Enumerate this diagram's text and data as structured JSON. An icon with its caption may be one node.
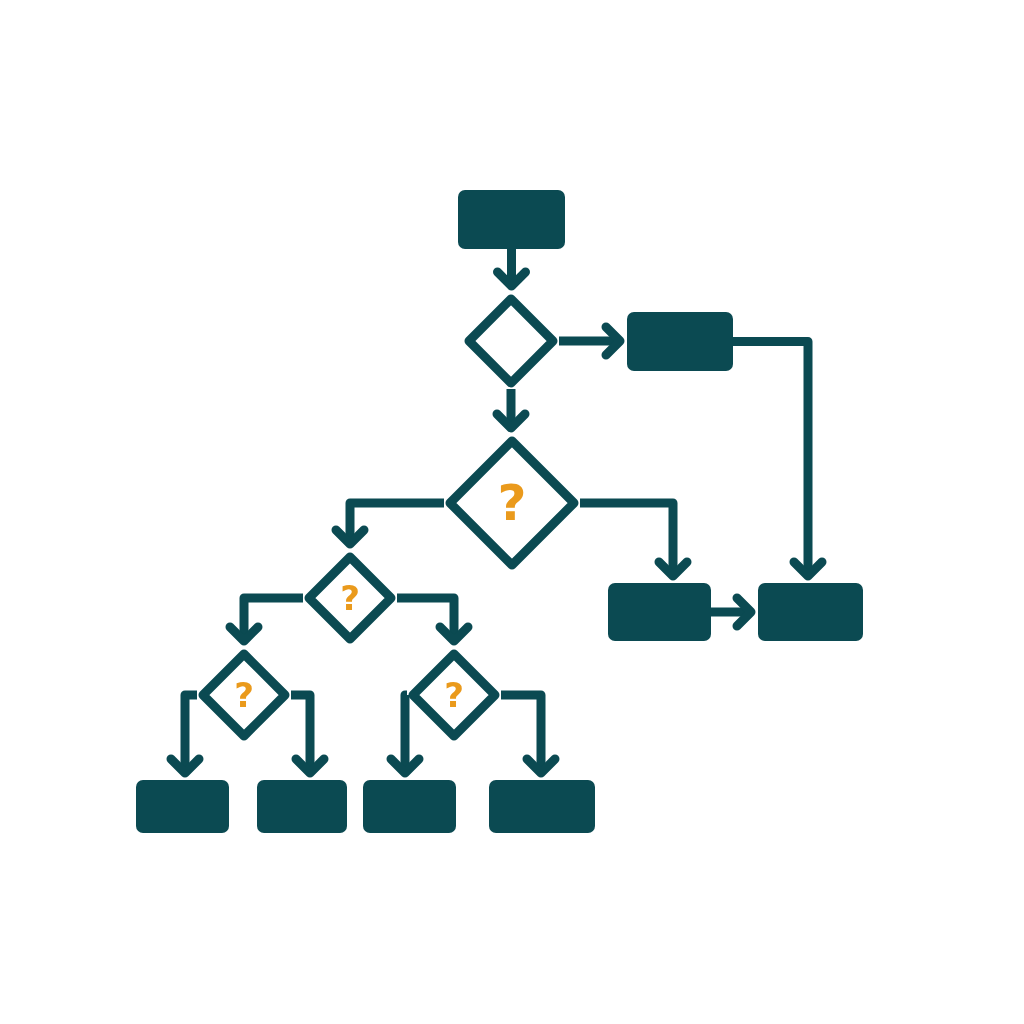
{
  "diagram": {
    "nodes": [
      {
        "text": [],
        "shape": "box"
      },
      {
        "text": [],
        "shape": "diamond"
      },
      {
        "text": [],
        "shape": "box"
      },
      {
        "text": [
          "?"
        ]
      },
      {
        "text": [
          "?"
        ]
      },
      {
        "text": [],
        "shape": "box"
      },
      {
        "text": [],
        "shape": "box"
      },
      {
        "text": [
          "?"
        ]
      },
      {
        "text": [
          "?"
        ]
      },
      {
        "text": [],
        "shape": "box"
      },
      {
        "text": [],
        "shape": "box"
      },
      {
        "text": [],
        "shape": "box"
      },
      {
        "text": [],
        "shape": "box"
      }
    ],
    "edges": [
      {
        "from": 0,
        "to": 1,
        "arrow": "to"
      },
      {
        "from": 1,
        "to": 2,
        "arrow": "to"
      },
      {
        "from": 1,
        "to": 3,
        "arrow": "to"
      },
      {
        "from": 2,
        "to": 6,
        "arrow": "to"
      },
      {
        "from": 3,
        "to": 4,
        "arrow": "to"
      },
      {
        "from": 3,
        "to": 5,
        "arrow": "to"
      },
      {
        "from": 5,
        "to": 6,
        "arrow": "to"
      },
      {
        "from": 4,
        "to": 7,
        "arrow": "to"
      },
      {
        "from": 4,
        "to": 8,
        "arrow": "to"
      },
      {
        "from": 7,
        "to": 9,
        "arrow": "to"
      },
      {
        "from": 7,
        "to": 10,
        "arrow": "to"
      },
      {
        "from": 8,
        "to": 11,
        "arrow": "to"
      },
      {
        "from": 8,
        "to": 12,
        "arrow": "to"
      }
    ]
  }
}
